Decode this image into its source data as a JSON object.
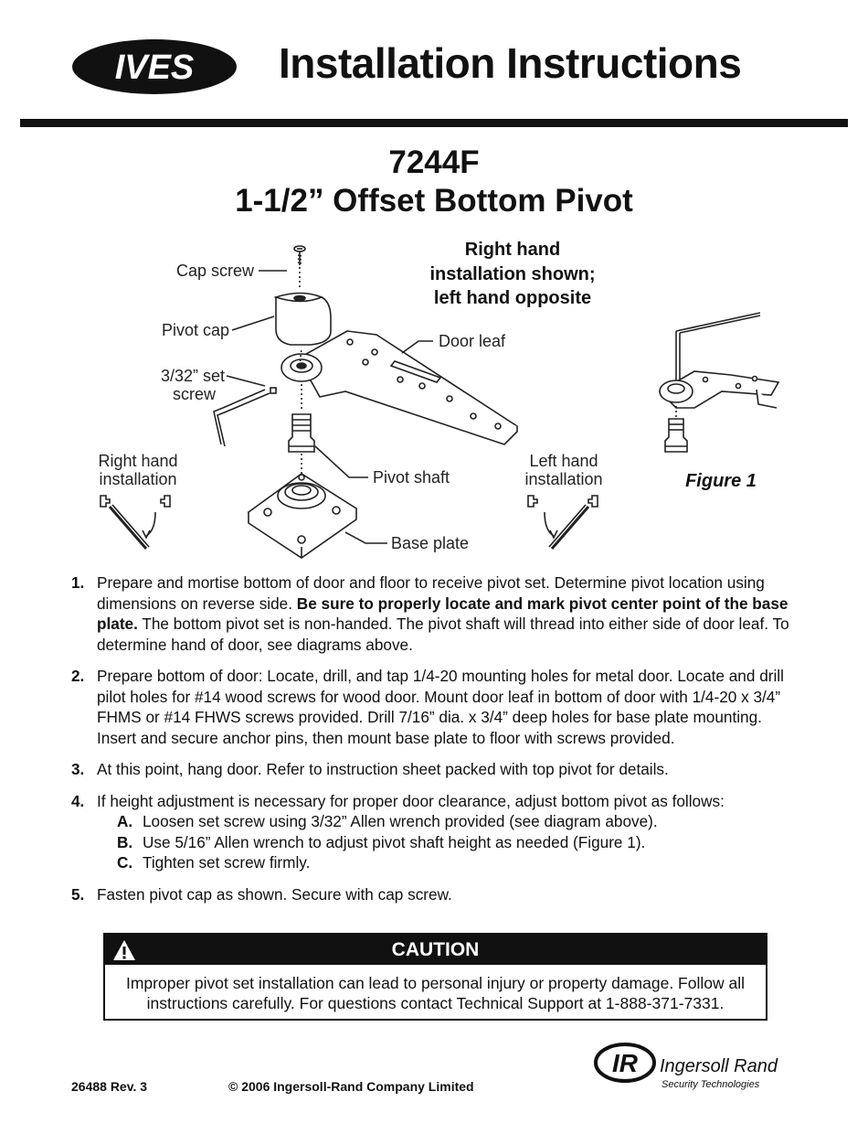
{
  "header": {
    "logo_text": "IVES",
    "title": "Installation Instructions",
    "model": "7244F",
    "product": "1-1/2” Offset Bottom Pivot"
  },
  "figure": {
    "labels": {
      "cap_screw": "Cap screw",
      "pivot_cap": "Pivot cap",
      "set_screw_line1": "3/32” set",
      "set_screw_line2": "screw",
      "door_leaf": "Door leaf",
      "pivot_shaft": "Pivot shaft",
      "base_plate": "Base plate",
      "right_hand_line1": "Right hand",
      "right_hand_line2": "installation",
      "left_hand_line1": "Left hand",
      "left_hand_line2": "installation"
    },
    "hand_note": [
      "Right hand",
      "installation shown;",
      "left hand opposite"
    ],
    "caption": "Figure 1"
  },
  "steps": [
    {
      "num": "1.",
      "text_a": "Prepare and mortise bottom of door and floor to receive pivot set. Determine pivot location using dimensions on reverse side. ",
      "bold": "Be sure to properly locate and mark pivot center point of the base plate.",
      "text_b": " The bottom pivot set is non-handed. The pivot shaft will thread into either side of door leaf. To determine hand of door, see diagrams above."
    },
    {
      "num": "2.",
      "text": "Prepare bottom of door: Locate, drill, and tap 1/4-20 mounting holes for metal door. Locate and drill pilot holes for #14 wood screws for wood door. Mount door leaf in bottom of door with 1/4-20 x 3/4” FHMS or #14 FHWS screws provided. Drill 7/16” dia. x 3/4” deep holes for base plate mounting. Insert and secure anchor pins, then mount base plate to floor with screws provided."
    },
    {
      "num": "3.",
      "text": "At this point, hang door. Refer to instruction sheet packed with top pivot for details."
    },
    {
      "num": "4.",
      "text": "If height adjustment is necessary for proper door clearance, adjust bottom pivot as follows:",
      "sub": [
        {
          "letter": "A.",
          "text": "Loosen set screw using 3/32” Allen wrench provided (see diagram above)."
        },
        {
          "letter": "B.",
          "text": "Use 5/16” Allen wrench to adjust pivot shaft height as needed (Figure 1)."
        },
        {
          "letter": "C.",
          "text": "Tighten set screw firmly."
        }
      ]
    },
    {
      "num": "5.",
      "text": "Fasten pivot cap as shown. Secure with cap screw."
    }
  ],
  "caution": {
    "title": "CAUTION",
    "text": "Improper pivot set installation can lead to personal injury or property damage. Follow all instructions carefully. For questions contact Technical Support at 1-888-371-7331."
  },
  "footer": {
    "doc_number": "26488 Rev. 3",
    "copyright": "© 2006 Ingersoll-Rand Company Limited",
    "brand_mark": "IR",
    "brand_name": "Ingersoll Rand",
    "brand_tagline": "Security Technologies"
  }
}
